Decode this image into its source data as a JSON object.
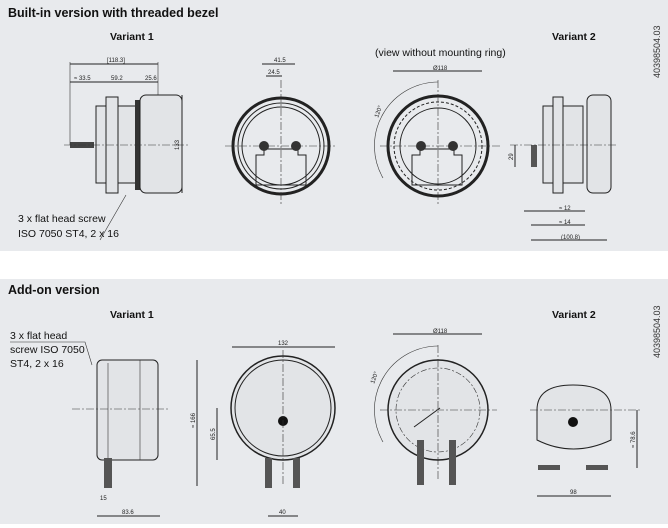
{
  "sections": [
    {
      "title": "Built-in version with threaded bezel",
      "variant1": "Variant 1",
      "variant2": "Variant 2",
      "note": "(view without mounting ring)",
      "screw_label": [
        "3 x flat head screw",
        "ISO 7050 ST4, 2 x 16"
      ],
      "dims": {
        "overall": "[118.3]",
        "a": "≈ 33.5",
        "b": "59.2",
        "c": "25.6",
        "height": "133",
        "d1": "41.5",
        "d2": "24.5",
        "dia": "Ø118",
        "angle": "120°",
        "v2_h": "29",
        "v2_a": "≈ 12",
        "v2_b": "≈ 14",
        "v2_overall": "(100.8)"
      },
      "drawing_code": "40398504.03"
    },
    {
      "title": "Add-on version",
      "variant1": "Variant 1",
      "variant2": "Variant 2",
      "screw_label": [
        "3 x flat head",
        "screw ISO 7050",
        "ST4, 2 x 16"
      ],
      "dims": {
        "a": "15",
        "depth": "83.6",
        "width": "132",
        "height": "≈ 166",
        "center": "65.5",
        "spacing": "40",
        "dia": "Ø118",
        "angle": "120°",
        "v2_h": "≈ 78.6",
        "v2_w": "98"
      },
      "drawing_code": "40398504.03"
    }
  ]
}
